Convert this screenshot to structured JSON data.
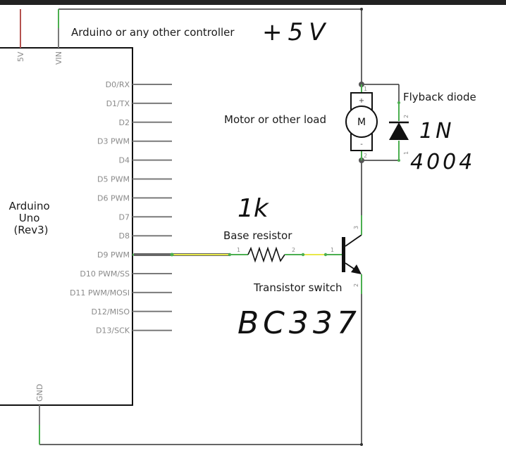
{
  "board": {
    "name_lines": [
      "Arduino",
      "Uno",
      "(Rev3)"
    ],
    "top_pins": [
      "5V",
      "VIN"
    ],
    "bottom_pin": "GND",
    "right_pins": [
      "D0/RX",
      "D1/TX",
      "D2",
      "D3 PWM",
      "D4",
      "D5 PWM",
      "D6 PWM",
      "D7",
      "D8",
      "D9 PWM",
      "D10 PWM/SS",
      "D11 PWM/MOSI",
      "D12/MISO",
      "D13/SCK"
    ]
  },
  "labels": {
    "controller": "Arduino or any other controller",
    "motor": "Motor or other load",
    "flyback": "Flyback diode",
    "base_resistor": "Base resistor",
    "transistor": "Transistor switch"
  },
  "motor_symbol": "M",
  "pin_numbers": {
    "motor_plus": "+",
    "motor_minus": "-",
    "motor_pin1": "1",
    "motor_pin2": "2",
    "diode_pin1": "1",
    "diode_pin2": "2",
    "resistor_pin1": "1",
    "resistor_pin2": "2",
    "transistor_base": "1",
    "transistor_collector": "3",
    "transistor_emitter": "2"
  },
  "handwritten": {
    "voltage": "+5V",
    "resistor_value": "1k",
    "diode_part_line1": "1N",
    "diode_part_line2": "4004",
    "transistor_part": "BC337"
  },
  "colors": {
    "wire": "#333333",
    "pin_line": "#7a7a7a",
    "pin_end": "#4caf50",
    "power_5v": "#b5524f",
    "signal": "#e8e84a"
  }
}
